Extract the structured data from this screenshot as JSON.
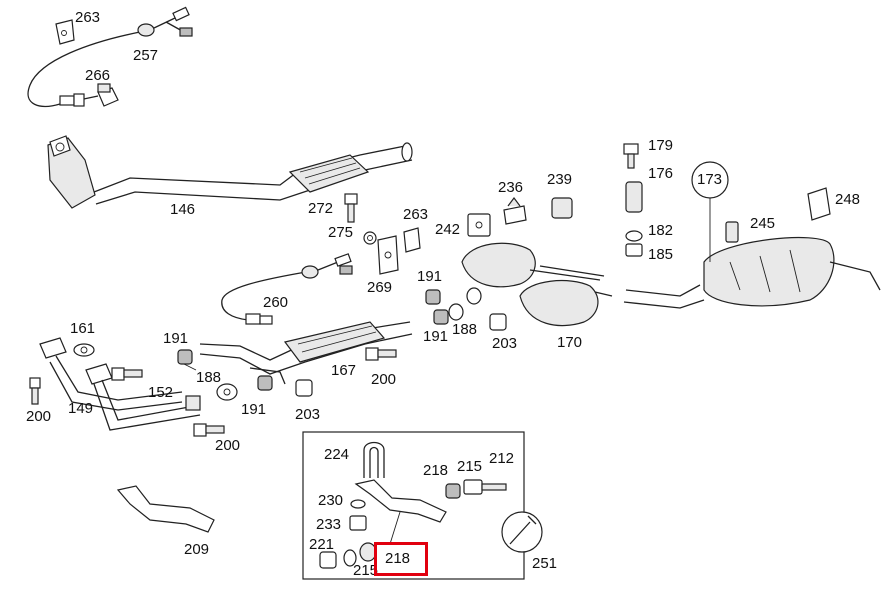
{
  "diagram": {
    "labels": {
      "l263a": "263",
      "l257": "257",
      "l266": "266",
      "l146": "146",
      "l272": "272",
      "l263b": "263",
      "l275": "275",
      "l242": "242",
      "l236": "236",
      "l239": "239",
      "l179": "179",
      "l176": "176",
      "l173": "173",
      "l248": "248",
      "l245": "245",
      "l182": "182",
      "l185": "185",
      "l269": "269",
      "l260": "260",
      "l191a": "191",
      "l191b": "191",
      "l188a": "188",
      "l203a": "203",
      "l170": "170",
      "l161": "161",
      "l191c": "191",
      "l167": "167",
      "l200a": "200",
      "l188b": "188",
      "l152": "152",
      "l149": "149",
      "l200b": "200",
      "l191d": "191",
      "l203b": "203",
      "l200c": "200",
      "l224": "224",
      "l218a": "218",
      "l215a": "215",
      "l212": "212",
      "l230": "230",
      "l233": "233",
      "l221": "221",
      "l215b": "215",
      "l218b": "218",
      "l251": "251",
      "l209": "209"
    },
    "highlight_color": "#e1000f"
  }
}
